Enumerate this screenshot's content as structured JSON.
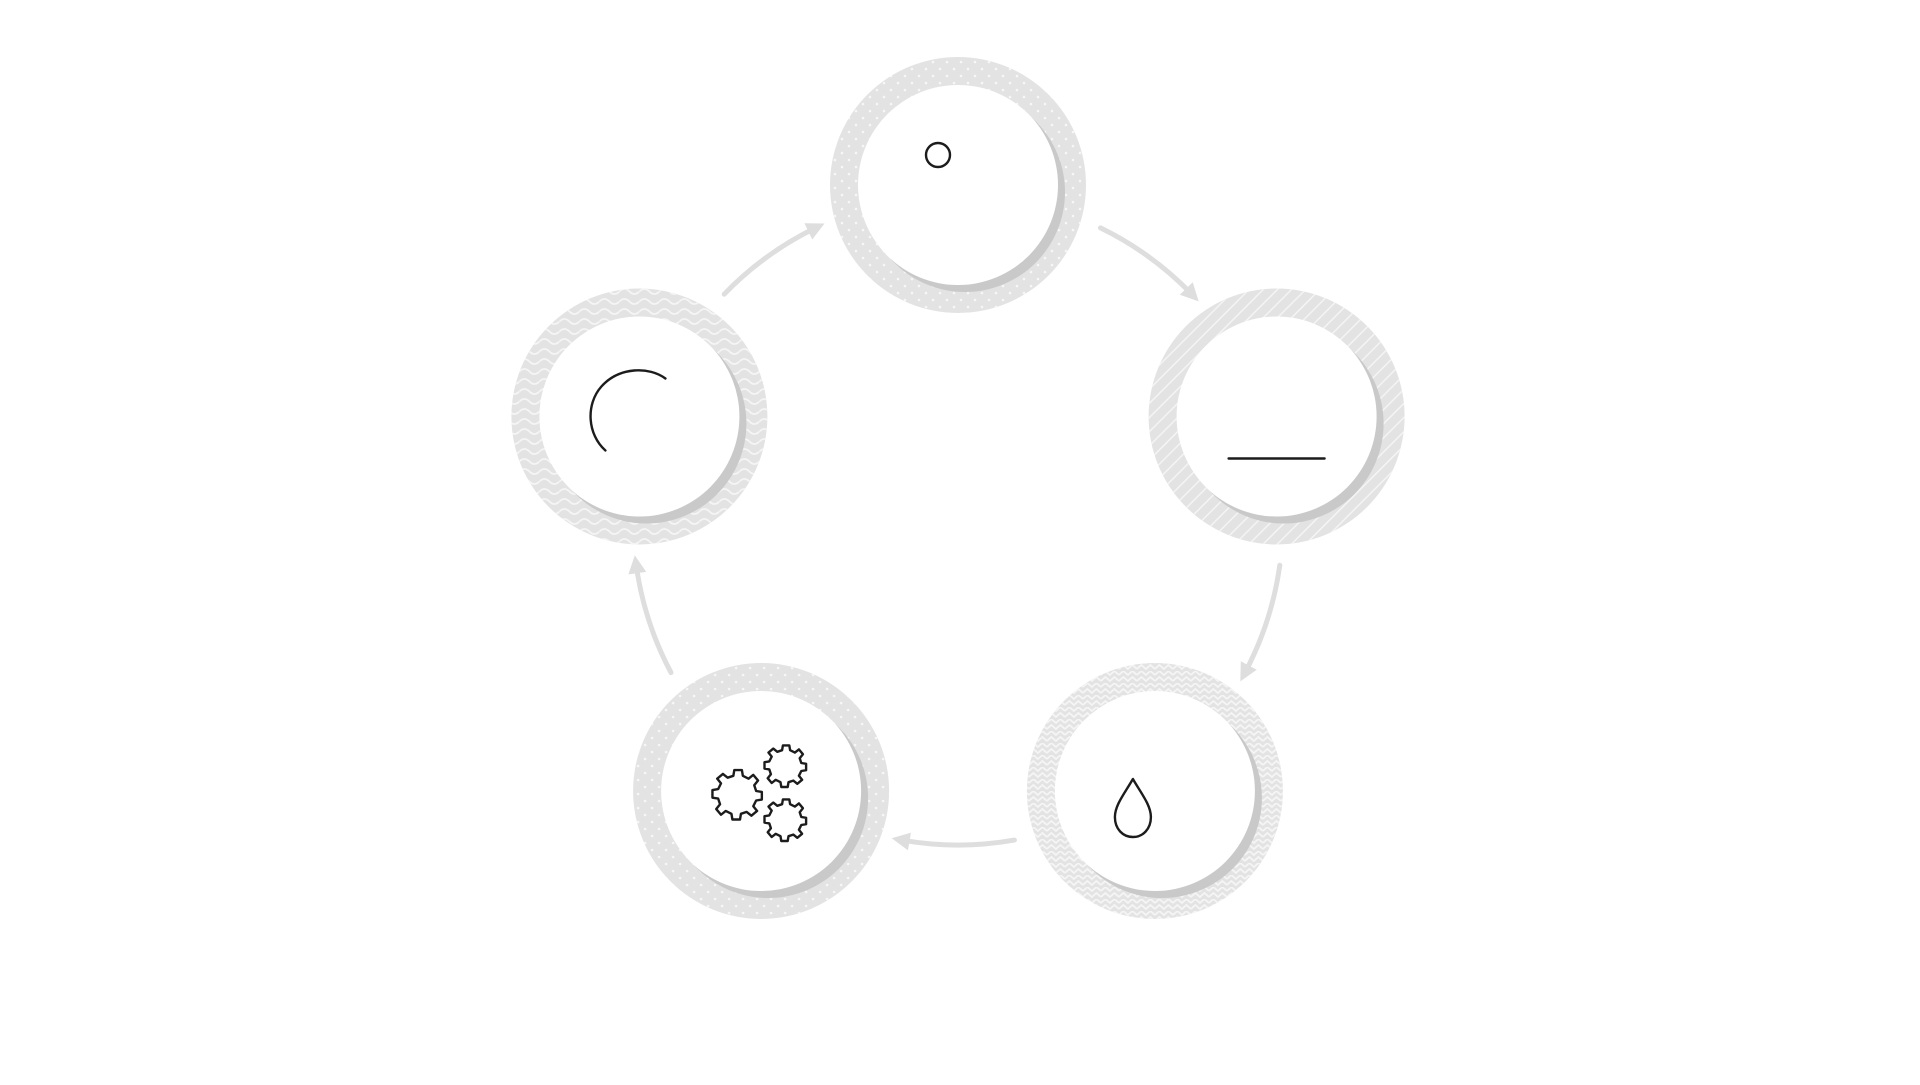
{
  "diagram": {
    "type": "cycle",
    "direction": "clockwise",
    "colors": {
      "background": "#ffffff",
      "ring": "#e3e3e3",
      "ring_pattern": "#f6f6f6",
      "inner_shadow": "#c9c9c9",
      "inner_fill": "#ffffff",
      "connector": "#dedede",
      "icon_stroke": "#1c1c1c"
    },
    "nodes": [
      {
        "id": "grazing",
        "icon": "grazing-cow-sun-icon",
        "pattern": "dots"
      },
      {
        "id": "factory",
        "icon": "factory-icon",
        "pattern": "diagonal-lines"
      },
      {
        "id": "water",
        "icon": "water-drops-icon",
        "pattern": "zigzag"
      },
      {
        "id": "processing",
        "icon": "gears-icon",
        "pattern": "dots"
      },
      {
        "id": "energy",
        "icon": "renewable-energy-icon",
        "pattern": "waves"
      }
    ]
  }
}
